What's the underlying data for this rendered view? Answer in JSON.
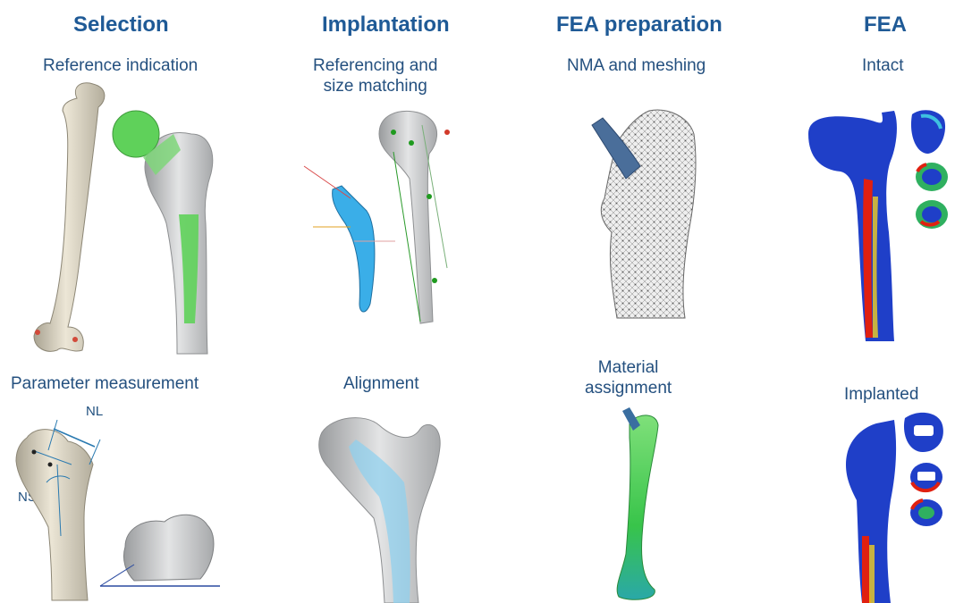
{
  "columns": [
    {
      "title": "Selection"
    },
    {
      "title": "Implantation"
    },
    {
      "title": "FEA preparation"
    },
    {
      "title": "FEA"
    }
  ],
  "panels": {
    "reference_indication": "Reference indication",
    "referencing_size_matching": [
      "Referencing and",
      "size matching"
    ],
    "nma_meshing": "NMA and meshing",
    "intact": "Intact",
    "parameter_measurement": "Parameter measurement",
    "alignment": "Alignment",
    "material_assignment": [
      "Material",
      "assignment"
    ],
    "implanted": "Implanted"
  },
  "annotations": {
    "nl": "NL",
    "nsa": "NSA"
  },
  "colors": {
    "title": "#1f5a96",
    "subtitle": "#24507f",
    "bone": "#d9d2c0",
    "bone_gray": "#bfc1c3",
    "green_highlight": "#5fd15a",
    "implant_blue": "#3aaee8",
    "fea_blue": "#1f3fc8",
    "fea_red": "#e02010"
  }
}
